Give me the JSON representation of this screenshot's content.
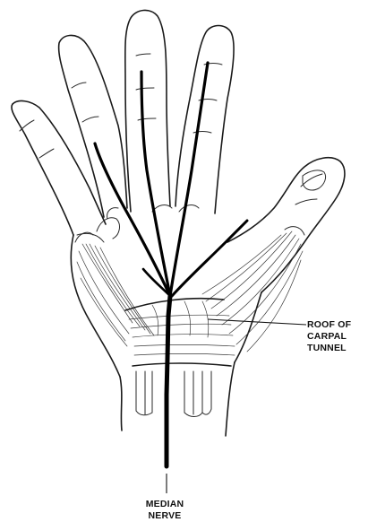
{
  "labels": {
    "roof": [
      "ROOF OF",
      "CARPAL",
      "TUNNEL"
    ],
    "nerve": [
      "MEDIAN",
      "NERVE"
    ]
  }
}
